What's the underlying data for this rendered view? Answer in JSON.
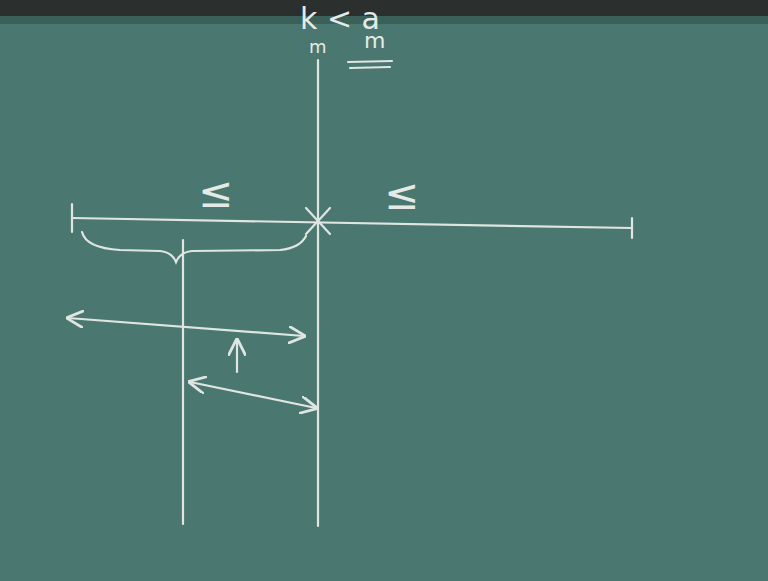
{
  "diagram": {
    "labels": [
      "k < a",
      "m",
      "m",
      "≤",
      "≤"
    ]
  }
}
